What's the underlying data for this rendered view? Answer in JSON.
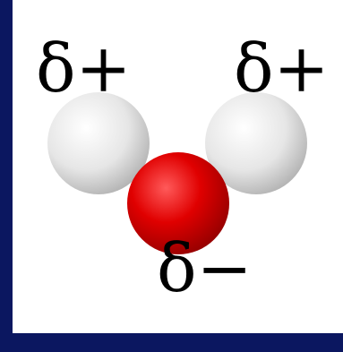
{
  "labels": {
    "hydrogen_left": "δ+",
    "hydrogen_right": "δ+",
    "oxygen": "δ−"
  },
  "colors": {
    "background_border": "#0b1760",
    "panel": "#ffffff",
    "hydrogen": "#e8e8e8",
    "oxygen": "#d40000",
    "text": "#000000"
  }
}
